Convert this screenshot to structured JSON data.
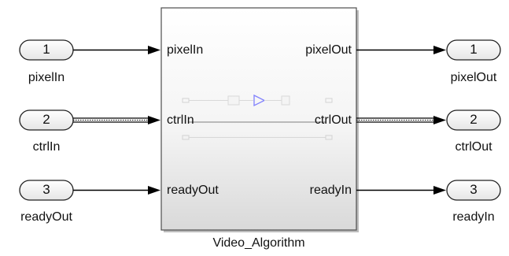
{
  "subsystem": {
    "name": "Video_Algorithm",
    "inputs": [
      "pixelIn",
      "ctrlIn",
      "readyOut"
    ],
    "outputs": [
      "pixelOut",
      "ctrlOut",
      "readyIn"
    ]
  },
  "inports": [
    {
      "number": "1",
      "label": "pixelIn"
    },
    {
      "number": "2",
      "label": "ctrlIn"
    },
    {
      "number": "3",
      "label": "readyOut"
    }
  ],
  "outports": [
    {
      "number": "1",
      "label": "pixelOut"
    },
    {
      "number": "2",
      "label": "ctrlOut"
    },
    {
      "number": "3",
      "label": "readyIn"
    }
  ],
  "colors": {
    "line": "#000000",
    "block_border": "#4d4d4d",
    "icon_triangle": "#5a5aff"
  }
}
